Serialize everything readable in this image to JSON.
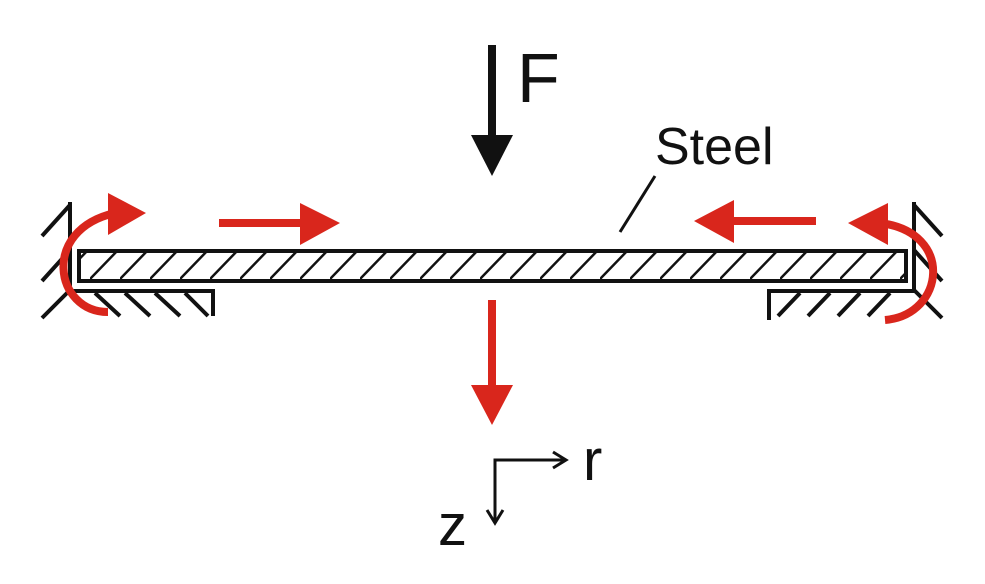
{
  "labels": {
    "force": "F",
    "material": "Steel",
    "r_axis": "r",
    "z_axis": "z"
  },
  "colors": {
    "load_arrow": "#111111",
    "reaction_arrows": "#d9261c",
    "lines": "#111111"
  }
}
